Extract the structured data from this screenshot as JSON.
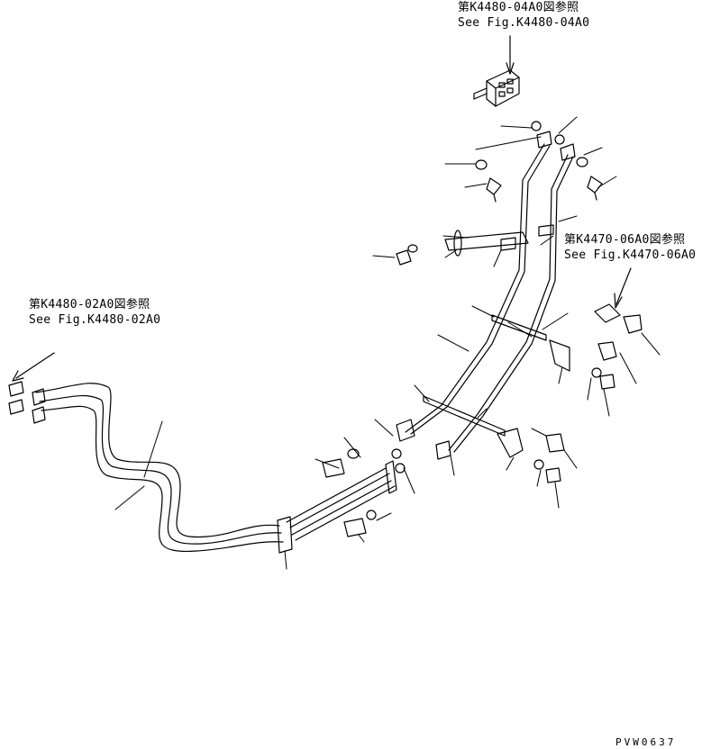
{
  "references": {
    "top": {
      "jp": "第K4480-04A0図参照",
      "en": "See Fig.K4480-04A0"
    },
    "right": {
      "jp": "第K4470-06A0図参照",
      "en": "See Fig.K4470-06A0"
    },
    "left": {
      "jp": "第K4480-02A0図参照",
      "en": "See Fig.K4480-02A0"
    }
  },
  "drawing_code": "PVW0637"
}
